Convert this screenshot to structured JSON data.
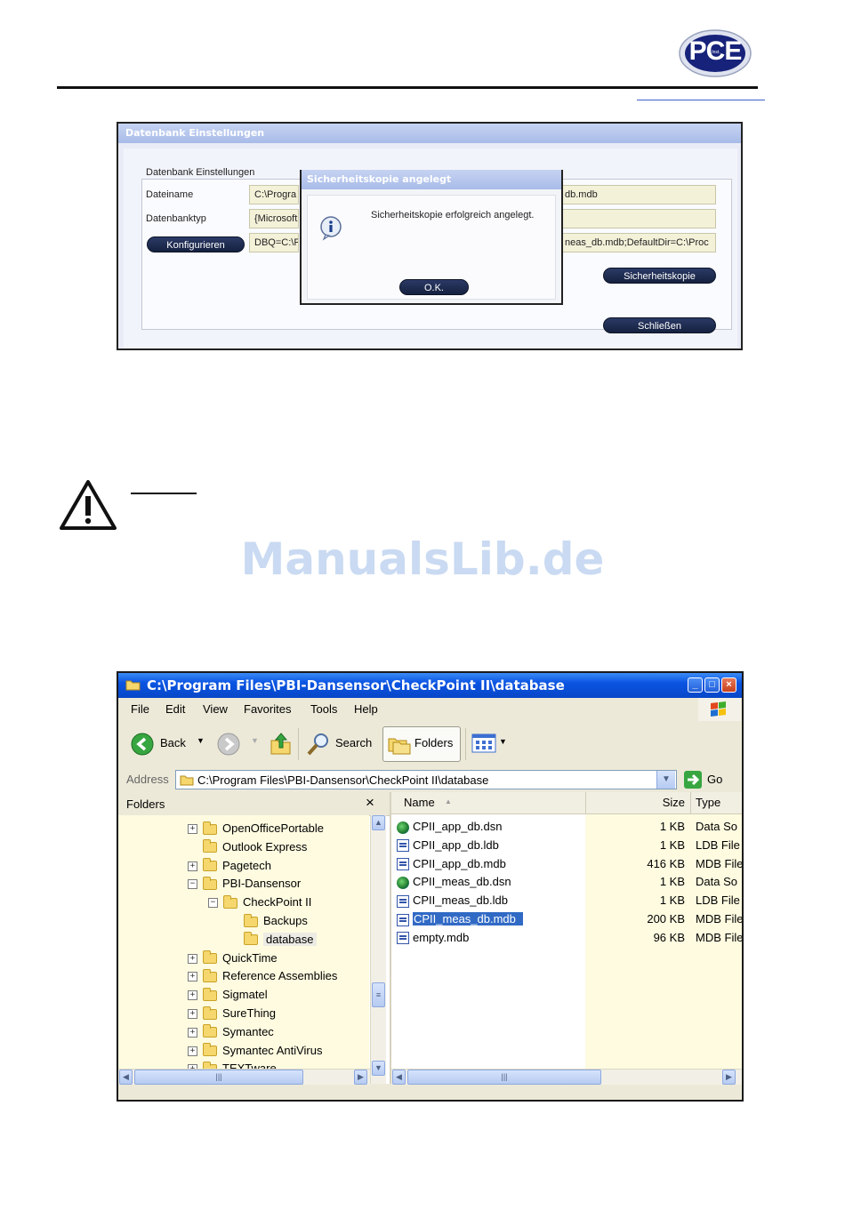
{
  "header": {
    "logo_text": "PCE",
    "logo_sub": "Inst."
  },
  "db_dialog": {
    "title": "Datenbank Einstellungen",
    "group_title": "Datenbank Einstellungen",
    "filename_label": "Dateiname",
    "filename_value_left": "C:\\Progra",
    "filename_value_right": "db.mdb",
    "dbtype_label": "Datenbanktyp",
    "dbtype_value": "{Microsoft",
    "configure_button": "Konfigurieren",
    "dsn_value_left": "DBQ=C:\\F",
    "dsn_value_right": "neas_db.mdb;DefaultDir=C:\\Proc",
    "backup_button": "Sicherheitskopie",
    "close_button": "Schließen",
    "msgbox": {
      "title": "Sicherheitskopie angelegt",
      "message": "Sicherheitskopie erfolgreich angelegt.",
      "ok_button": "O.K.",
      "icon": "info-icon"
    }
  },
  "watermark": "ManualsLib.de",
  "explorer": {
    "title": "C:\\Program Files\\PBI-Dansensor\\CheckPoint II\\database",
    "menu": [
      "File",
      "Edit",
      "View",
      "Favorites",
      "Tools",
      "Help"
    ],
    "toolbar": {
      "back": "Back",
      "search": "Search",
      "folders": "Folders"
    },
    "address_label": "Address",
    "address_value": "C:\\Program Files\\PBI-Dansensor\\CheckPoint II\\database",
    "go": "Go",
    "folders_title": "Folders",
    "close_x": "×",
    "tree": [
      {
        "label": "OpenOfficePortable",
        "expander": "+",
        "level": 0
      },
      {
        "label": "Outlook Express",
        "expander": "",
        "level": 0
      },
      {
        "label": "Pagetech",
        "expander": "+",
        "level": 0
      },
      {
        "label": "PBI-Dansensor",
        "expander": "−",
        "level": 0
      },
      {
        "label": "CheckPoint II",
        "expander": "−",
        "level": 1
      },
      {
        "label": "Backups",
        "expander": "",
        "level": 2
      },
      {
        "label": "database",
        "expander": "",
        "level": 2,
        "selected": true
      },
      {
        "label": "QuickTime",
        "expander": "+",
        "level": 0
      },
      {
        "label": "Reference Assemblies",
        "expander": "+",
        "level": 0
      },
      {
        "label": "Sigmatel",
        "expander": "+",
        "level": 0
      },
      {
        "label": "SureThing",
        "expander": "+",
        "level": 0
      },
      {
        "label": "Symantec",
        "expander": "+",
        "level": 0
      },
      {
        "label": "Symantec AntiVirus",
        "expander": "+",
        "level": 0
      },
      {
        "label": "TEXTware",
        "expander": "+",
        "level": 0
      }
    ],
    "columns": {
      "name": "Name",
      "size": "Size",
      "type": "Type"
    },
    "files": [
      {
        "name": "CPII_app_db.dsn",
        "size": "1 KB",
        "type": "Data So",
        "icon": "dsn"
      },
      {
        "name": "CPII_app_db.ldb",
        "size": "1 KB",
        "type": "LDB File",
        "icon": "mdb"
      },
      {
        "name": "CPII_app_db.mdb",
        "size": "416 KB",
        "type": "MDB File",
        "icon": "mdb"
      },
      {
        "name": "CPII_meas_db.dsn",
        "size": "1 KB",
        "type": "Data So",
        "icon": "dsn"
      },
      {
        "name": "CPII_meas_db.ldb",
        "size": "1 KB",
        "type": "LDB File",
        "icon": "mdb"
      },
      {
        "name": "CPII_meas_db.mdb",
        "size": "200 KB",
        "type": "MDB File",
        "icon": "mdb",
        "selected": true
      },
      {
        "name": "empty.mdb",
        "size": "96 KB",
        "type": "MDB File",
        "icon": "mdb"
      }
    ]
  }
}
